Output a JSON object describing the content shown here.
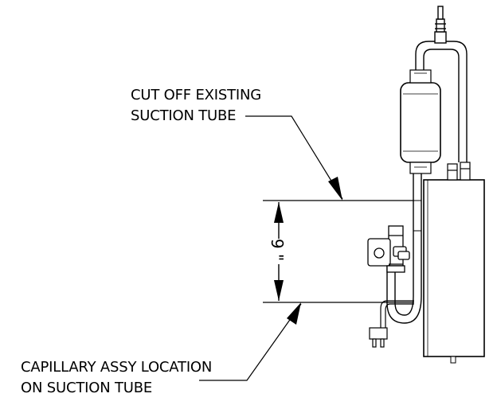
{
  "callouts": {
    "top": {
      "line1": "CUT OFF EXISTING",
      "line2": "SUCTION TUBE"
    },
    "bottom": {
      "line1": "CAPILLARY ASSY LOCATION",
      "line2": "ON SUCTION TUBE"
    }
  },
  "dimension": {
    "value": "9 \""
  },
  "colors": {
    "line": "#000000",
    "background": "#ffffff"
  }
}
